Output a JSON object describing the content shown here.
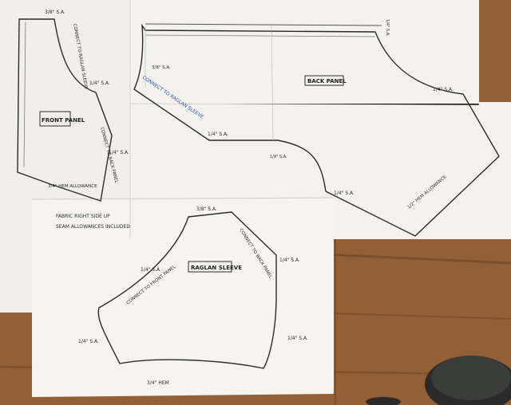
{
  "colors": {
    "wood": "#8a5a33",
    "paper": "#f2f1ec",
    "ink": "#2b2b2b",
    "blue_ink": "#2a55a8"
  },
  "front_panel": {
    "label": "FRONT PANEL",
    "top_sa": "3/8\" S.A.",
    "side_note": "CONNECT TO RAGLAN SLEEVE",
    "back_note": "CONNECT TO BACK PANEL",
    "sa_right_1": "1/4\" S.A.",
    "sa_right_2": "1/4\" S.A.",
    "hem": "3/4\" HEM ALLOWANCE"
  },
  "back_panel": {
    "label": "BACK PANEL",
    "raglan_note": "CONNECT TO RAGLAN SLEEVE",
    "neck_sa": "3/8\" S.A.",
    "sa_right": "1/4\" S.A.",
    "sa_mid": "1/4\" S.A.",
    "sa_lower": "1/4\" S.A.",
    "center_note": "1/4\" S.A.",
    "hem": "1/2\" HEM ALLOWANCE",
    "corner_note": "1/4\" S.A."
  },
  "raglan_sleeve": {
    "label": "RAGLAN SLEEVE",
    "fabric_note_1": "FABRIC RIGHT SIDE UP",
    "fabric_note_2": "SEAM ALLOWANCES INCLUDED",
    "top_sa": "3/8\" S.A.",
    "front_note": "CONNECT TO FRONT PANEL",
    "back_note": "CONNECT TO BACK PANEL",
    "sa_left_top": "1/4\" S.A.",
    "sa_right_top": "1/4\" S.A.",
    "sa_left": "1/4\" S.A.",
    "sa_right": "1/4\" S.A.",
    "hem": "3/4\" HEM"
  }
}
